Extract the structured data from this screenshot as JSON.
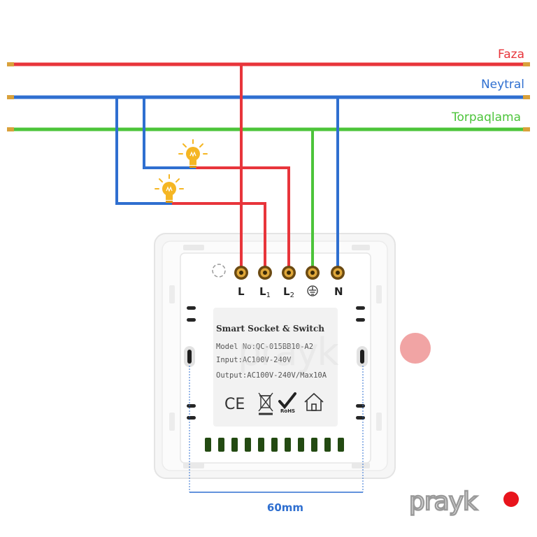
{
  "bus_labels": {
    "phase": "Faza",
    "neutral": "Neytral",
    "ground": "Torpaqlama"
  },
  "colors": {
    "phase": "#e8353b",
    "neutral": "#2f6fd0",
    "ground": "#4cc43a",
    "label_phase": "#e8353b",
    "label_neutral": "#2f6fd0",
    "label_ground": "#4cc43a",
    "bulb": "#f5b623",
    "brand_dot": "#e8141c",
    "brand_text": "#9a9a9a"
  },
  "terminals": {
    "l": "L",
    "l1": "L",
    "l1_sub": "1",
    "l2": "L",
    "l2_sub": "2",
    "ground_icon": "ground-symbol-icon",
    "n": "N"
  },
  "device_label": {
    "title": "Smart Socket & Switch",
    "model": "Model No:QC-015BB10-A2",
    "input": "Input:AC100V-240V",
    "output": "Output:AC100V-240V/Max10A",
    "cert_ce": "CE",
    "cert_rohs": "RoHS"
  },
  "dimension": {
    "value": "60mm"
  },
  "brand": {
    "name": "prayk"
  }
}
